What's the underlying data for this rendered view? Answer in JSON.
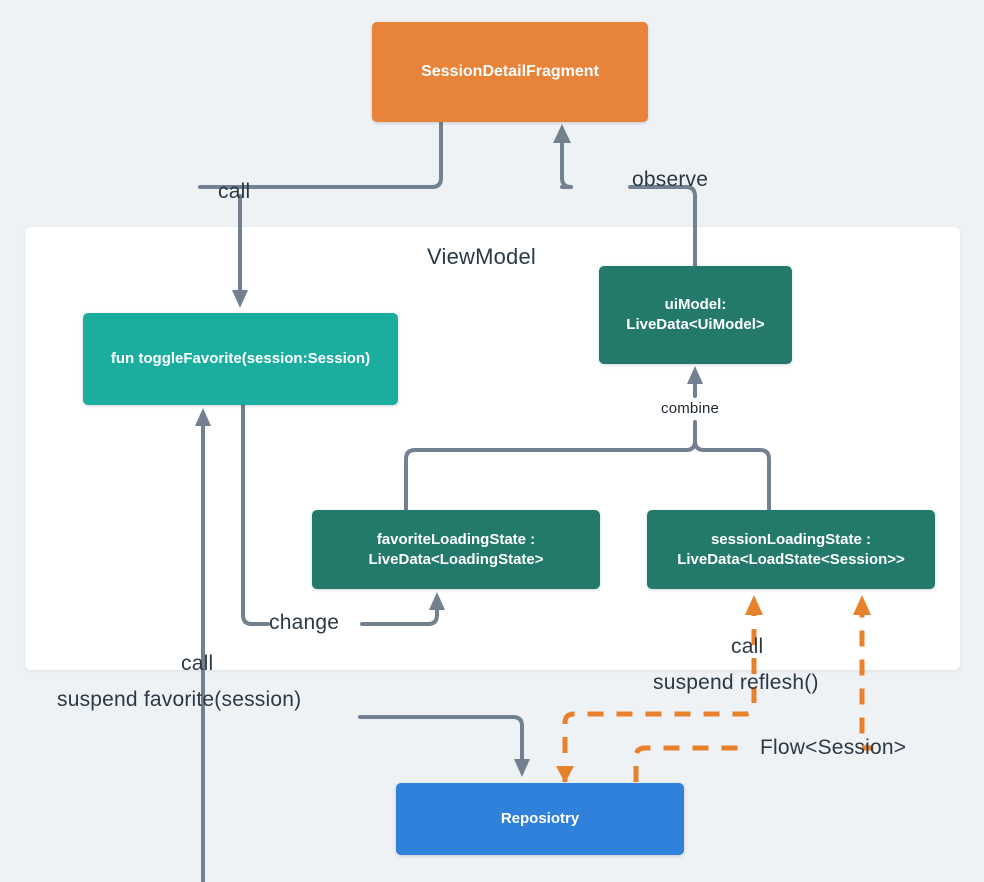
{
  "diagram": {
    "title": "ViewModel architecture flow",
    "background_color": "#eff2f5",
    "panel": {
      "label": "ViewModel",
      "background_color": "#ffffff"
    },
    "nodes": [
      {
        "id": "fragment",
        "label": "SessionDetailFragment",
        "color": "#e8833a",
        "layer": "view"
      },
      {
        "id": "toggle-favorite",
        "label": "fun toggleFavorite(session:Session)",
        "color": "#1bae9f",
        "layer": "viewmodel"
      },
      {
        "id": "ui-model",
        "label": "uiModel:\nLiveData<UiModel>",
        "color": "#237a6b",
        "layer": "viewmodel"
      },
      {
        "id": "favorite-loading-state",
        "label": "favoriteLoadingState :\nLiveData<LoadingState>",
        "color": "#237a6b",
        "layer": "viewmodel"
      },
      {
        "id": "session-loading-state",
        "label": "sessionLoadingState :\nLiveData<LoadState<Session>>",
        "color": "#237a6b",
        "layer": "viewmodel"
      },
      {
        "id": "repository",
        "label": "Reposiotry",
        "color": "#3081db",
        "layer": "data"
      }
    ],
    "edges": [
      {
        "id": "call-toggle",
        "label": "call",
        "style": "solid",
        "color": "#73808f",
        "from": "fragment",
        "to": "toggle-favorite"
      },
      {
        "id": "observe-uimodel",
        "label": "observe",
        "style": "solid",
        "color": "#73808f",
        "from": "ui-model",
        "to": "fragment"
      },
      {
        "id": "combine",
        "label": "combine",
        "style": "solid",
        "color": "#73808f",
        "from": "favorite-loading-state",
        "to": "ui-model"
      },
      {
        "id": "change",
        "label": "change",
        "style": "solid",
        "color": "#73808f",
        "from": "toggle-favorite",
        "to": "favorite-loading-state"
      },
      {
        "id": "call-suspend-fav",
        "label": "call",
        "style": "solid",
        "color": "#73808f",
        "from": "repository",
        "to": "toggle-favorite"
      },
      {
        "id": "suspend-favorite",
        "label": "suspend favorite(session)",
        "style": "solid",
        "color": "#73808f",
        "from": "toggle-favorite",
        "to": "repository"
      },
      {
        "id": "call-suspend-refl",
        "label": "call",
        "style": "dashed",
        "color": "#e8812c",
        "from": "session-loading-state",
        "to": "repository"
      },
      {
        "id": "suspend-reflesh",
        "label": "suspend reflesh()",
        "style": "dashed",
        "color": "#e8812c",
        "from": "session-loading-state",
        "to": "repository"
      },
      {
        "id": "flow-session",
        "label": "Flow<Session>",
        "style": "dashed",
        "color": "#e8812c",
        "from": "repository",
        "to": "session-loading-state"
      }
    ]
  }
}
